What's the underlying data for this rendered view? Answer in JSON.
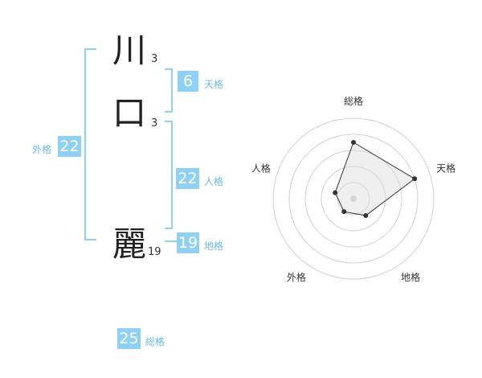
{
  "name_chars": [
    {
      "char": "川",
      "strokes": "3"
    },
    {
      "char": "口",
      "strokes": "3"
    },
    {
      "char": "麗",
      "strokes": "19"
    }
  ],
  "fortunes": {
    "tenkaku": {
      "value": "6",
      "label": "天格"
    },
    "jinkaku": {
      "value": "22",
      "label": "人格"
    },
    "chikaku": {
      "value": "19",
      "label": "地格"
    },
    "gaikaku": {
      "value": "22",
      "label": "外格"
    },
    "soukaku": {
      "value": "25",
      "label": "総格"
    }
  },
  "colors": {
    "accent": "#8fd0f5",
    "label": "#6cb9e6"
  },
  "chart_data": {
    "type": "radar",
    "axes": [
      "総格",
      "天格",
      "地格",
      "外格",
      "人格"
    ],
    "values": [
      3.5,
      4.0,
      1.3,
      1.0,
      1.2
    ],
    "range": [
      0,
      5
    ]
  }
}
